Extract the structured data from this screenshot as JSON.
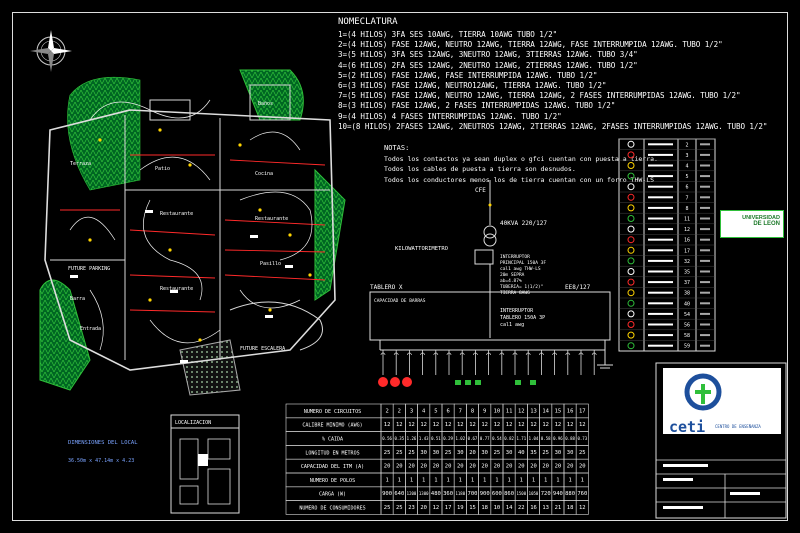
{
  "nomenclature": {
    "title": "NOMECLATURA",
    "lines": [
      "1=(4 HILOS) 3FA SES 10AWG, TIERRA 10AWG TUBO 1/2\"",
      "2=(4 HILOS) FASE 12AWG, NEUTRO 12AWG, TIERRA 12AWG, FASE INTERRUMPIDA 12AWG. TUBO 1/2\"",
      "3=(5 HILOS) 3FA SES 12AWG, 3NEUTRO 12AWG, 3TIERRAS 12AWG. TUBO 3/4\"",
      "4=(6 HILOS) 2FA SES 12AWG, 2NEUTRO 12AWG, 2TIERRAS 12AWG. TUBO 1/2\"",
      "5=(2 HILOS) FASE 12AWG, FASE INTERRUMPIDA 12AWG. TUBO 1/2\"",
      "6=(3 HILOS) FASE 12AWG, NEUTRO12AWG, TIERRA 12AWG. TUBO 1/2\"",
      "7=(5 HILOS) FASE 12AWG, NEUTRO 12AWG, TIERRA 12AWG, 2 FASES INTERRUMPIDAS 12AWG. TUBO 1/2\"",
      "8=(3 HILOS) FASE 12AWG, 2 FASES INTERRUMPIDAS 12AWG. TUBO 1/2\"",
      "9=(4 HILOS) 4 FASES INTERRUMPIDAS 12AWG. TUBO 1/2\"",
      "10=(8 HILOS) 2FASES 12AWG, 2NEUTROS 12AWG, 2TIERRAS 12AWG, 2FASES INTERRUMPIDAS 12AWG. TUBO 1/2\""
    ]
  },
  "notes": {
    "title": "NOTAS:",
    "lines": [
      "Todos los contactos ya sean duplex o gfci cuentan con puesta a tierra.",
      "Todos los cables de puesta a tierra son desnudos.",
      "Todos los conductores menos los de tierra cuentan con un forro THW-LS"
    ]
  },
  "single_line": {
    "cfe": "CFE",
    "transformer": "40KVA 220/127",
    "meter": "KILOWATTORIMETRO",
    "main_breaker": [
      "INTERRUPTOR",
      "PRINCIPAL 150A 3F",
      "cal1 awg THW-LS",
      "20m SEPRA",
      "ab=4.87%",
      "TUBERIA= 1(1/2)\"",
      "TIERRA 8AWG"
    ],
    "board": "TABLERO X",
    "board_voltage": "EE8/127",
    "capacity_label": "CAPACIDAD DE BARRAS",
    "board_breaker": [
      "INTERRUPTOR",
      "TABLERO 150A 3P",
      "cal1 awg"
    ]
  },
  "table": {
    "row_labels": [
      "NUMERO DE CIRCUITOS",
      "CALIBRE MINIMO (AWG)",
      "% CAIDA",
      "LONGITUD EN METROS",
      "CAPACIDAD DEL ITM (A)",
      "NUMERO DE POLOS",
      "CARGA (W)",
      "NUMERO DE CONSUMIDORES"
    ],
    "rows": [
      [
        "2",
        "2",
        "3",
        "4",
        "5",
        "6",
        "7",
        "8",
        "9",
        "10",
        "11",
        "12",
        "13",
        "14",
        "15",
        "16",
        "17"
      ],
      [
        "12",
        "12",
        "12",
        "12",
        "12",
        "12",
        "12",
        "12",
        "12",
        "12",
        "12",
        "12",
        "12",
        "12",
        "12",
        "12",
        "12"
      ],
      [
        "0.56",
        "0.35",
        "1.26",
        "1.43",
        "0.51",
        "0.29",
        "1.02",
        "0.67",
        "0.77",
        "0.54",
        "0.82",
        "1.71",
        "1.04",
        "0.58",
        "0.96",
        "0.88",
        "0.73"
      ],
      [
        "25",
        "25",
        "25",
        "30",
        "30",
        "25",
        "30",
        "20",
        "30",
        "25",
        "30",
        "40",
        "35",
        "25",
        "30",
        "30",
        "25"
      ],
      [
        "20",
        "20",
        "20",
        "20",
        "20",
        "20",
        "20",
        "20",
        "20",
        "20",
        "20",
        "20",
        "20",
        "20",
        "20",
        "20",
        "20"
      ],
      [
        "1",
        "1",
        "1",
        "1",
        "1",
        "1",
        "1",
        "1",
        "1",
        "1",
        "1",
        "1",
        "1",
        "1",
        "1",
        "1",
        "1"
      ],
      [
        "900",
        "640",
        "1200",
        "1300",
        "480",
        "360",
        "1180",
        "700",
        "900",
        "600",
        "860",
        "1500",
        "1050",
        "720",
        "940",
        "880",
        "760"
      ],
      [
        "25",
        "25",
        "23",
        "20",
        "12",
        "17",
        "19",
        "15",
        "18",
        "10",
        "14",
        "22",
        "16",
        "13",
        "21",
        "18",
        "12"
      ]
    ]
  },
  "legend": {
    "numbers": [
      "2",
      "3",
      "4",
      "5",
      "6",
      "7",
      "8",
      "11",
      "12",
      "16",
      "17",
      "32",
      "35",
      "37",
      "38",
      "40",
      "54",
      "56",
      "58",
      "59"
    ]
  },
  "logos": {
    "university": [
      "UNIVERSIDAD",
      "DE LEON"
    ],
    "ceti": "ceti",
    "ceti_sub": "CENTRO DE ENSEÑANZA"
  },
  "location": {
    "title": "LOCALIZACION",
    "dims_title": "DIMENSIONES DEL LOCAL",
    "dims": "36.50m x 47.14m x 4.23"
  },
  "plan_labels": [
    "Patio",
    "Restaurante",
    "Restaurante",
    "Terraza",
    "Restaurante",
    "Cocina",
    "Pasillo",
    "Baños",
    "Barra",
    "Entrada",
    "FUTURE PARKING",
    "FUTURE ESCALERA"
  ],
  "colors": {
    "accent_red": "#ff2a2a",
    "accent_green": "#2fbf3a",
    "accent_yellow": "#ffd400",
    "line": "#d8d8d8",
    "logo_blue": "#1d4f9c"
  }
}
